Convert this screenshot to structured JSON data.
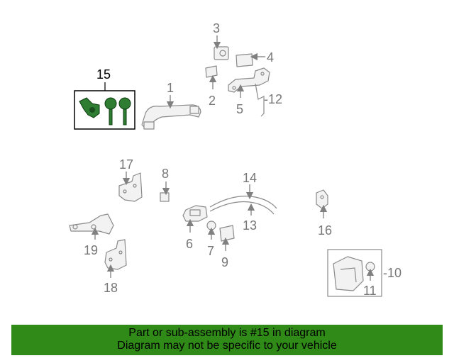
{
  "labels": {
    "p1": "1",
    "p2": "2",
    "p3": "3",
    "p4": "4",
    "p5": "5",
    "p6": "6",
    "p7": "7",
    "p8": "8",
    "p9": "9",
    "p10": "-10",
    "p11": "11",
    "p12": "-12",
    "p13": "13",
    "p14": "14",
    "p15": "15",
    "p16": "16",
    "p17": "17",
    "p18": "18",
    "p19": "19"
  },
  "highlight": {
    "part": "15",
    "color": "#2e7d32",
    "box_color": "#000000"
  },
  "banner": {
    "line1": "Part or sub-assembly is #15 in diagram",
    "line2": "Diagram may not be specific to your vehicle",
    "color": "#2f8a17"
  }
}
